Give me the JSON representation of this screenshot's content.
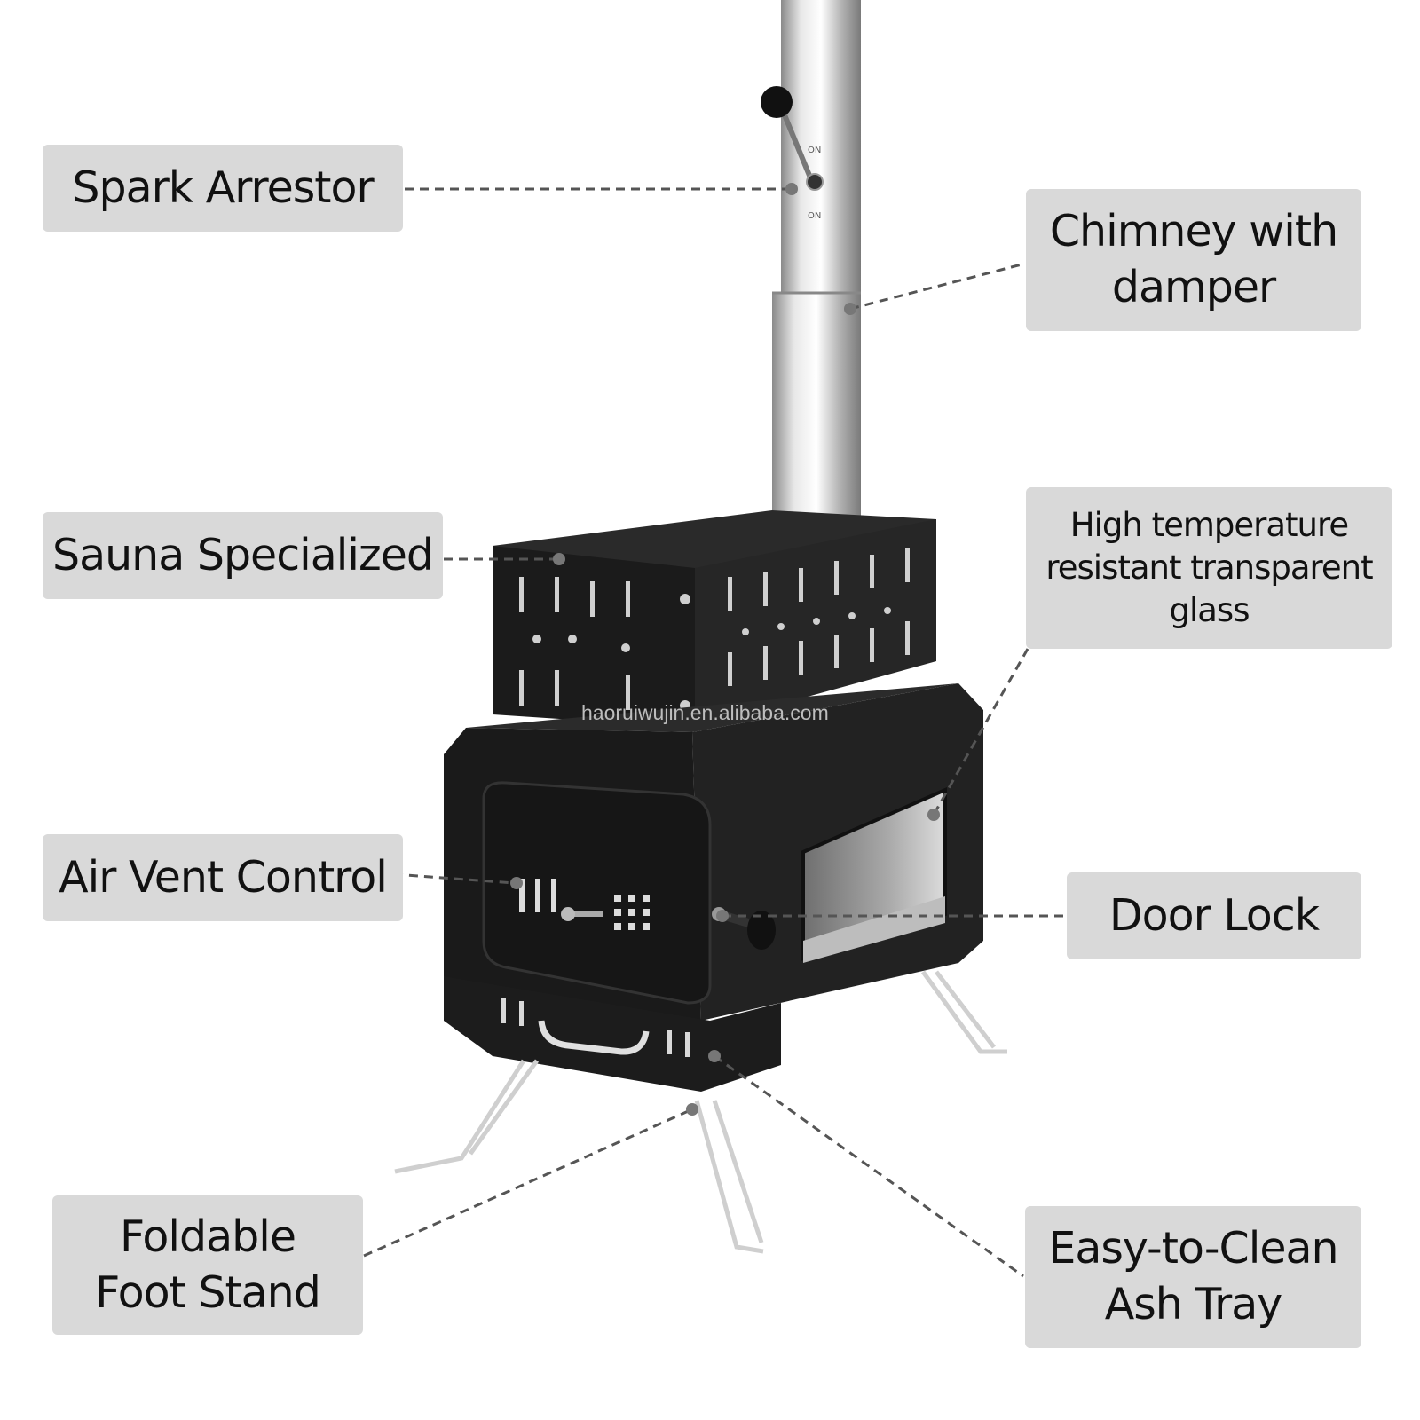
{
  "labels": {
    "spark_arrestor": "Spark Arrestor",
    "chimney": "Chimney with\ndamper",
    "sauna": "Sauna Specialized",
    "glass": "High temperature\nresistant transparent\nglass",
    "air_vent": "Air Vent Control",
    "door_lock": "Door Lock",
    "foot_stand": "Foldable\nFoot Stand",
    "ash_tray": "Easy-to-Clean\nAsh Tray"
  },
  "damper_marks": {
    "top": "ON",
    "bottom": "ON"
  },
  "watermark": "haoruiwujin.en.alibaba.com",
  "colors": {
    "label_bg": "#d9d9d9",
    "stove_body": "#1e1e1e",
    "chimney_steel": "#c8c8c8",
    "leader_line": "#555555"
  }
}
